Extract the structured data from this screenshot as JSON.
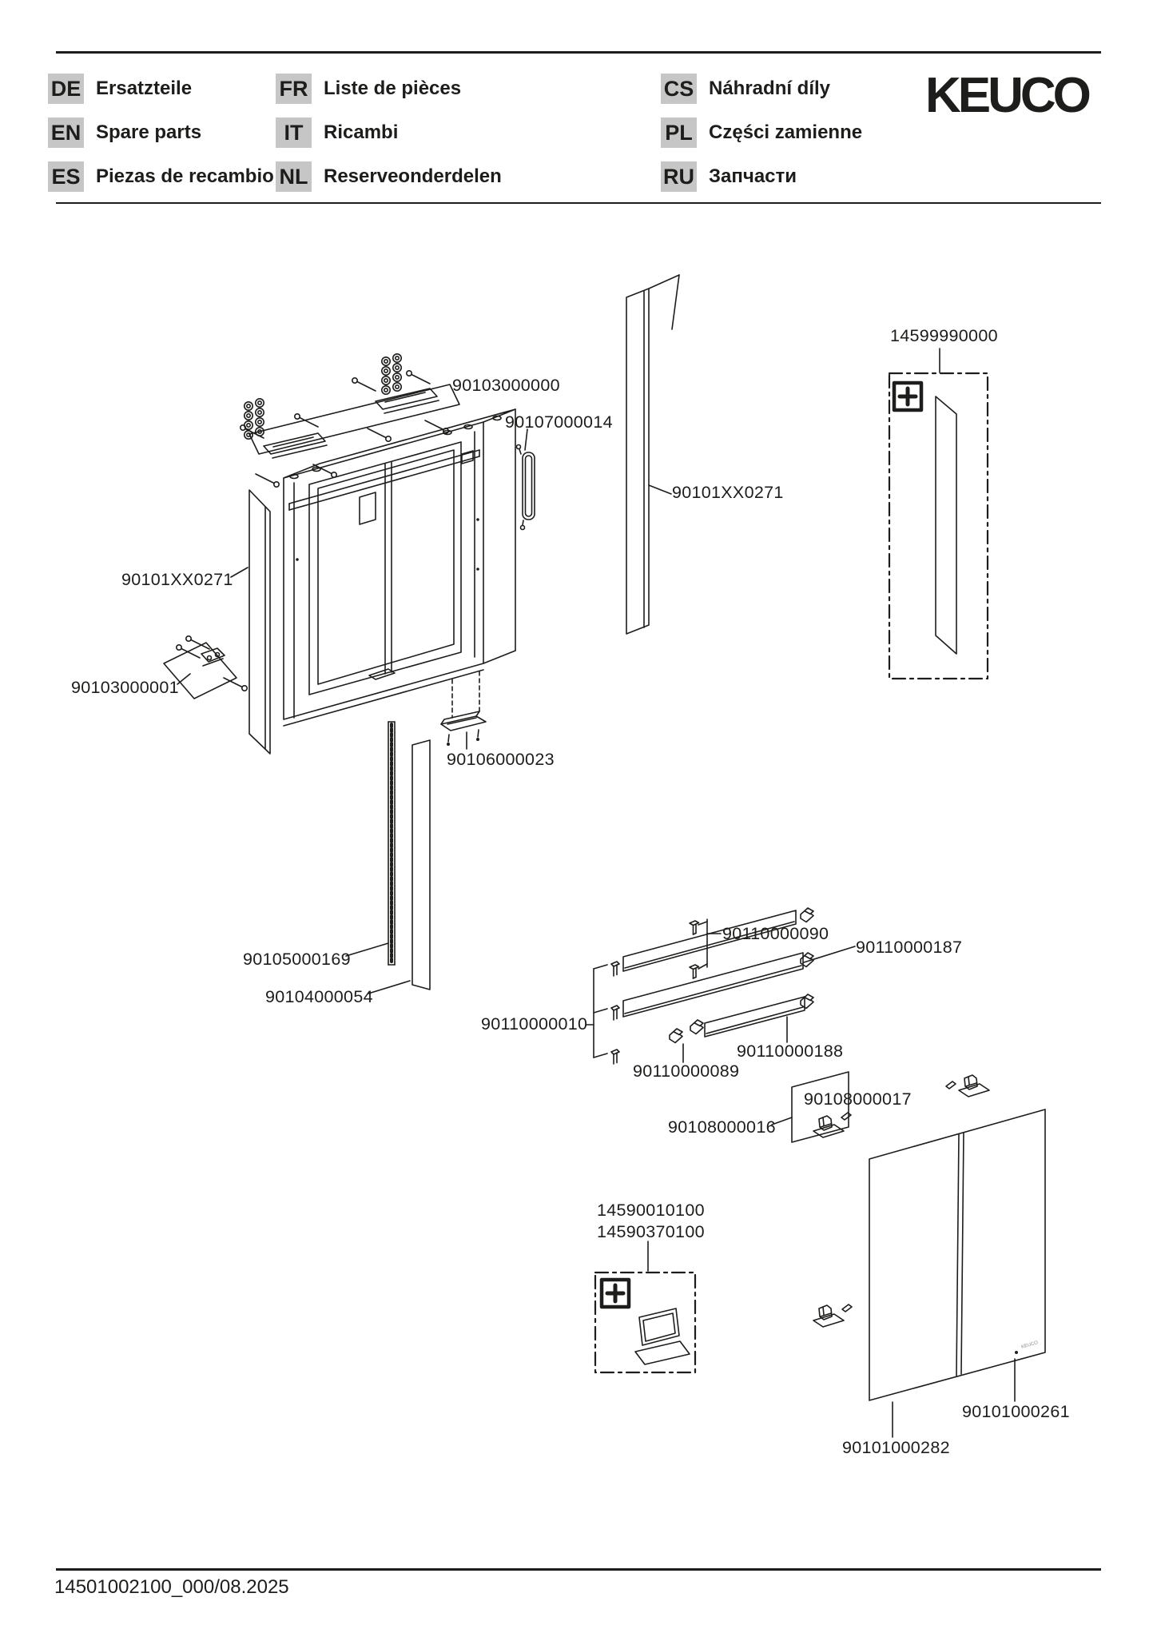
{
  "header": {
    "brand": "KEUCO",
    "languages": [
      {
        "code": "DE",
        "label": "Ersatzteile"
      },
      {
        "code": "EN",
        "label": "Spare parts"
      },
      {
        "code": "ES",
        "label": "Piezas de recambio"
      },
      {
        "code": "FR",
        "label": "Liste de pièces"
      },
      {
        "code": "IT",
        "label": "Ricambi"
      },
      {
        "code": "NL",
        "label": "Reserveonderdelen"
      },
      {
        "code": "CS",
        "label": "Náhradní díly"
      },
      {
        "code": "PL",
        "label": "Części zamienne"
      },
      {
        "code": "RU",
        "label": "Запчасти"
      }
    ]
  },
  "diagram": {
    "icons": {
      "kit_marker": "plus-icon",
      "order_device": "laptop-icon"
    },
    "labels": {
      "mounting_bracket_set": "90103000000",
      "handle": "90107000014",
      "side_panel_right": "90101XX0271",
      "replacement_mirror_kit": "14599990000",
      "side_panel_left": "90101XX0271",
      "mounting_bracket_single": "90103000001",
      "bottom_latch": "90106000023",
      "light_strip": "90105000169",
      "cover_profile": "90104000054",
      "shelf_knob": "90110000090",
      "shelf_wide": "90110000187",
      "shelf_holder_set": "90110000010",
      "shelf_small": "90110000188",
      "shelf_clamp": "90110000089",
      "hinge_cover": "90108000017",
      "hinge": "90108000016",
      "door_kit_line1": "14590010100",
      "door_kit_line2": "14590370100",
      "door_right": "90101000261",
      "door_left": "90101000282",
      "door_mark": "KEUCO"
    }
  },
  "footer": {
    "document_number": "14501002100_000/08.2025"
  }
}
